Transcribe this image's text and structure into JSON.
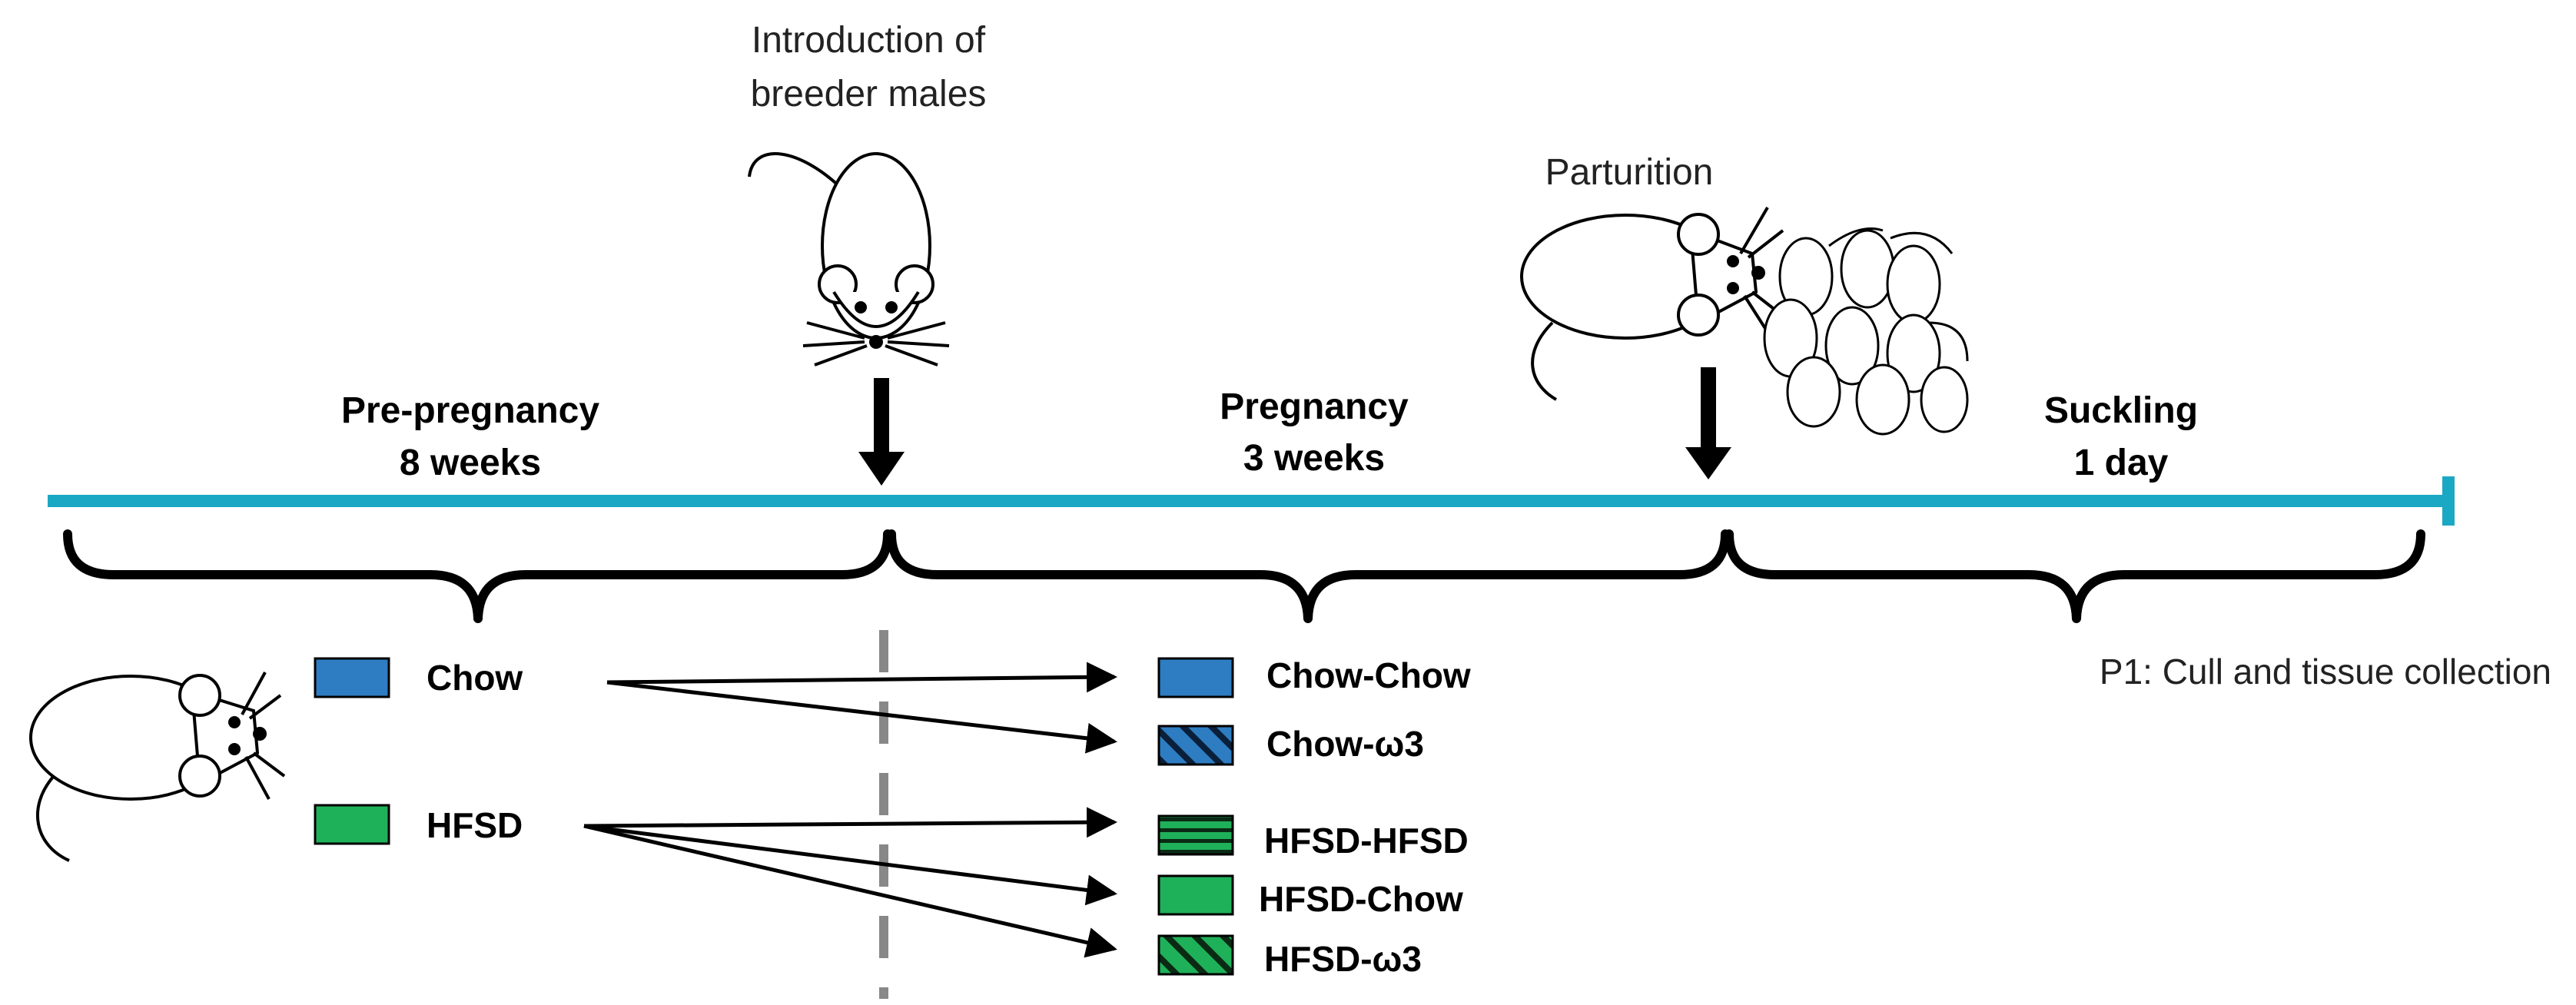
{
  "annotations": {
    "males_line1": "Introduction of",
    "males_line2": "breeder males",
    "parturition": "Parturition",
    "cull": "P1: Cull and tissue collection"
  },
  "phases": [
    {
      "line1": "Pre-pregnancy",
      "line2": "8 weeks"
    },
    {
      "line1": "Pregnancy",
      "line2": "3 weeks"
    },
    {
      "line1": "Suckling",
      "line2": "1 day"
    }
  ],
  "initial_diets": [
    {
      "label": "Chow",
      "pattern": "solid-blue"
    },
    {
      "label": "HFSD",
      "pattern": "solid-green"
    }
  ],
  "final_groups": [
    {
      "label": "Chow-Chow",
      "pattern": "solid-blue"
    },
    {
      "label": "Chow-ω3",
      "pattern": "hatched-blue"
    },
    {
      "label": "HFSD-HFSD",
      "pattern": "striped-green"
    },
    {
      "label": "HFSD-Chow",
      "pattern": "solid-green"
    },
    {
      "label": "HFSD-ω3",
      "pattern": "hatched-green"
    }
  ],
  "colors": {
    "timeline": "#1ba8c4",
    "chow": "#2e7dc2",
    "hfsd": "#1fb159",
    "text": "#000000"
  }
}
